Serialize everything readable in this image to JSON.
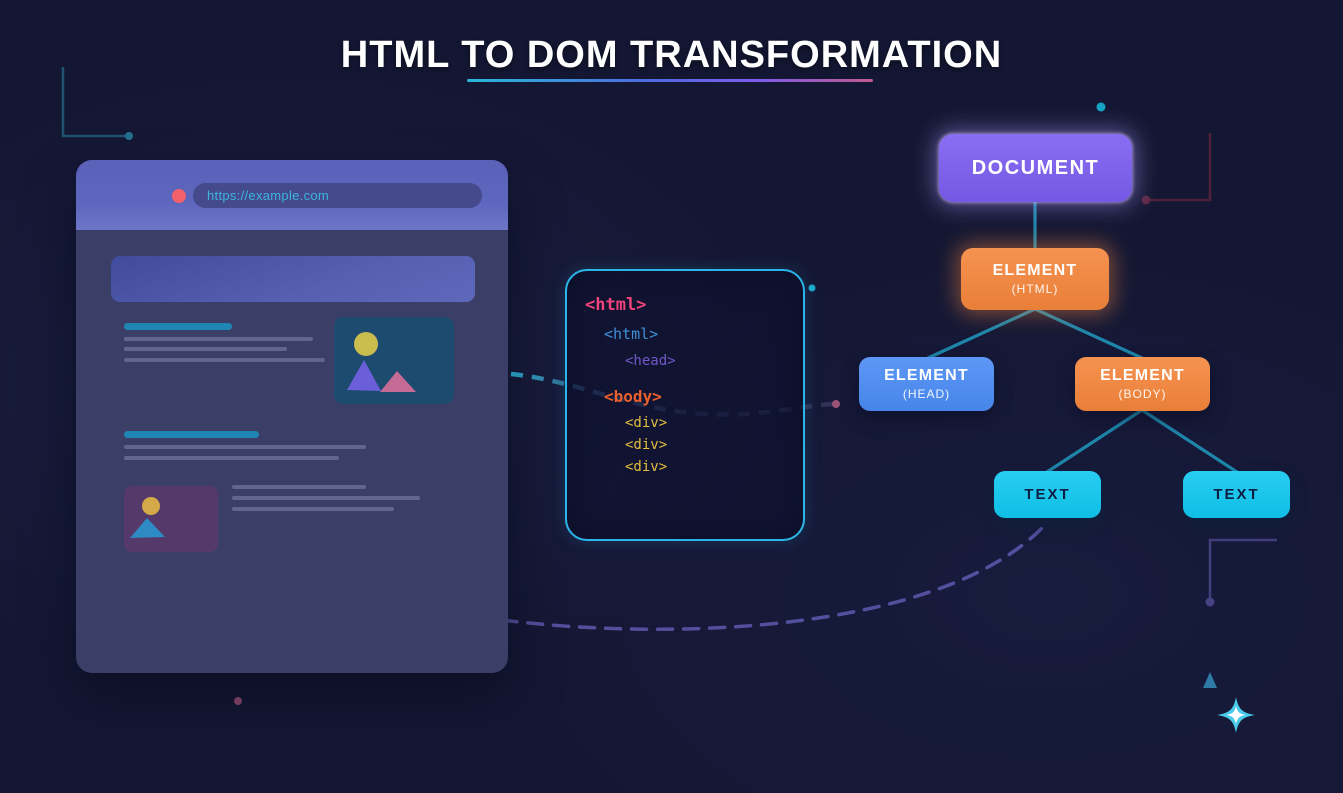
{
  "title": {
    "text": "HTML TO DOM TRANSFORMATION"
  },
  "title_underline_gradient": [
    "#29b8d8",
    "#7b5cf0",
    "#c05a8e"
  ],
  "browser": {
    "url": "https://example.com",
    "traffic_lights": [
      {
        "name": "close",
        "color": "#f2606a"
      },
      {
        "name": "minimize",
        "color": "#f5d455"
      },
      {
        "name": "maximize",
        "color": "#5dd978"
      }
    ]
  },
  "code_block": {
    "lines": [
      {
        "text": "<html>",
        "color": "#f0437c",
        "indent": 0,
        "bold": true,
        "size": 17
      },
      {
        "text": "<html>",
        "color": "#3e8ed8",
        "indent": 1,
        "bold": false,
        "size": 15
      },
      {
        "text": "<head>",
        "color": "#7058c8",
        "indent": 2,
        "bold": false,
        "size": 14
      },
      {
        "text": "<body>",
        "color": "#ea5f2c",
        "indent": 1,
        "bold": true,
        "size": 16
      },
      {
        "text": "<div>",
        "color": "#e3bf3f",
        "indent": 2,
        "bold": false,
        "size": 14
      },
      {
        "text": "<div>",
        "color": "#e3bf3f",
        "indent": 2,
        "bold": false,
        "size": 14
      },
      {
        "text": "<div>",
        "color": "#e3bf3f",
        "indent": 2,
        "bold": false,
        "size": 14
      }
    ]
  },
  "dom_tree": {
    "nodes": {
      "document": {
        "label": "DOCUMENT",
        "sublabel": "",
        "bg": "#7c5df0"
      },
      "element_html": {
        "label": "ELEMENT",
        "sublabel": "(HTML)",
        "bg": "#f5863c"
      },
      "element_head": {
        "label": "ELEMENT",
        "sublabel": "(HEAD)",
        "bg": "#4b8cf5"
      },
      "element_body": {
        "label": "ELEMENT",
        "sublabel": "(BODY)",
        "bg": "#f5863c"
      },
      "text_left": {
        "label": "TEXT"
      },
      "text_right": {
        "label": "TEXT"
      }
    }
  },
  "accents": {
    "tree_connector": "#1e86aa",
    "dashed_flow_start": "#2fc3e6",
    "dashed_curve": "#5b55a8",
    "code_border": "#2cb5e8",
    "sparkle": "#49c9e8"
  }
}
